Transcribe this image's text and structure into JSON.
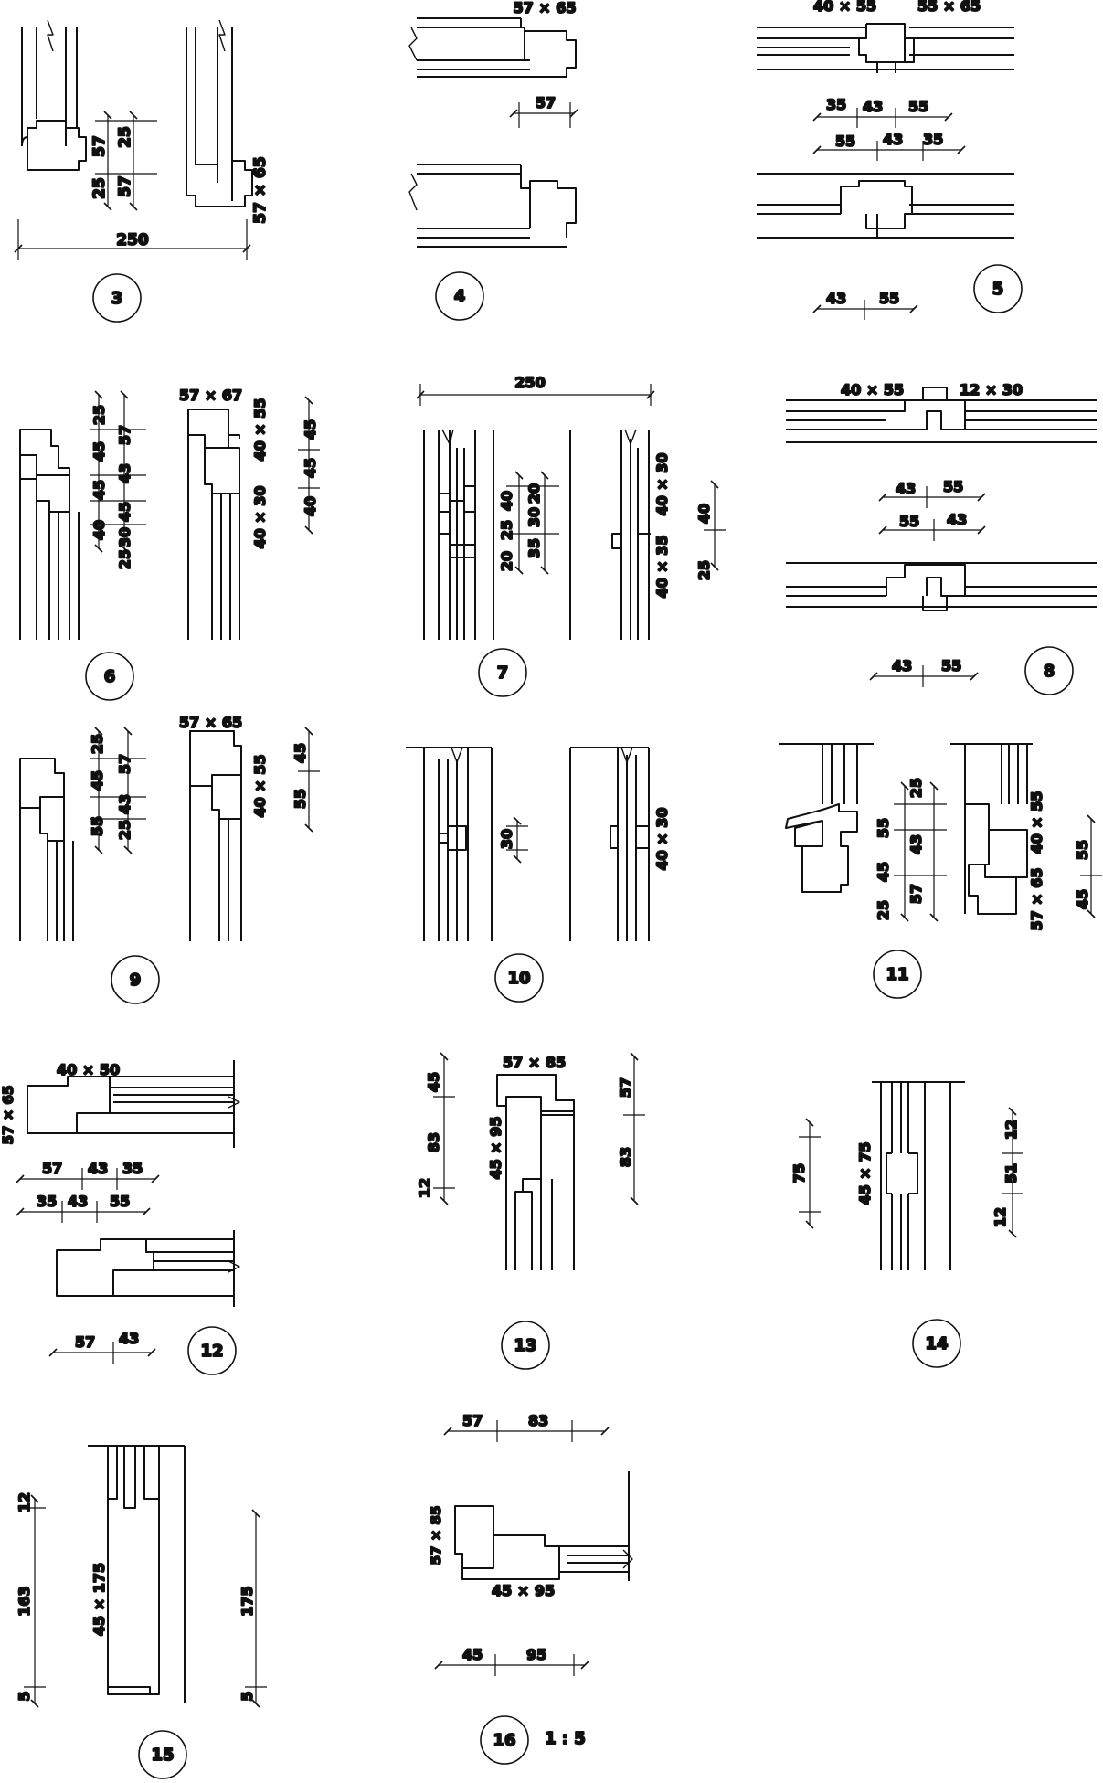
{
  "colors": {
    "ink": "#111111",
    "paper": "#ffffff"
  },
  "details": [
    {
      "id": "d3",
      "number": "3",
      "labels": [
        "57",
        "25",
        "25",
        "57",
        "57 × 65",
        "250"
      ]
    },
    {
      "id": "d4",
      "number": "4",
      "labels": [
        "57 × 65",
        "57"
      ]
    },
    {
      "id": "d5",
      "number": "5",
      "labels": [
        "40 × 55",
        "55 × 65",
        "35",
        "43",
        "55",
        "55",
        "43",
        "35",
        "43",
        "55"
      ]
    },
    {
      "id": "d6",
      "number": "6",
      "labels": [
        "57 × 67",
        "40 × 55",
        "40 × 30",
        "25",
        "45",
        "57",
        "45",
        "43",
        "40",
        "45",
        "30",
        "25",
        "45",
        "45",
        "40"
      ]
    },
    {
      "id": "d7",
      "number": "7",
      "labels": [
        "250",
        "40",
        "20",
        "25",
        "30",
        "20",
        "35",
        "40 × 30",
        "40 × 35",
        "40",
        "25"
      ]
    },
    {
      "id": "d8",
      "number": "8",
      "labels": [
        "40 × 55",
        "12 × 30",
        "43",
        "55",
        "55",
        "43",
        "43",
        "55"
      ]
    },
    {
      "id": "d9",
      "number": "9",
      "labels": [
        "57 × 65",
        "40 × 55",
        "25",
        "45",
        "57",
        "55",
        "25",
        "43",
        "45",
        "55"
      ]
    },
    {
      "id": "d10",
      "number": "10",
      "labels": [
        "30",
        "40 × 30"
      ]
    },
    {
      "id": "d11",
      "number": "11",
      "labels": [
        "25",
        "55",
        "45",
        "43",
        "25",
        "57",
        "57 × 65",
        "40 × 55",
        "45",
        "55"
      ]
    },
    {
      "id": "d12",
      "number": "12",
      "labels": [
        "57 × 65",
        "40 × 50",
        "57",
        "43",
        "35",
        "35",
        "43",
        "55",
        "57",
        "43"
      ]
    },
    {
      "id": "d13",
      "number": "13",
      "labels": [
        "57 × 85",
        "45",
        "83",
        "12",
        "45 × 95",
        "57",
        "83"
      ]
    },
    {
      "id": "d14",
      "number": "14",
      "labels": [
        "75",
        "45 × 75",
        "12",
        "51",
        "12"
      ]
    },
    {
      "id": "d15",
      "number": "15",
      "labels": [
        "12",
        "163",
        "5",
        "45 × 175",
        "175",
        "5"
      ]
    },
    {
      "id": "d16",
      "number": "16",
      "labels": [
        "57",
        "83",
        "57 × 85",
        "45 × 95",
        "45",
        "95"
      ]
    }
  ],
  "scale": "1 : 5"
}
